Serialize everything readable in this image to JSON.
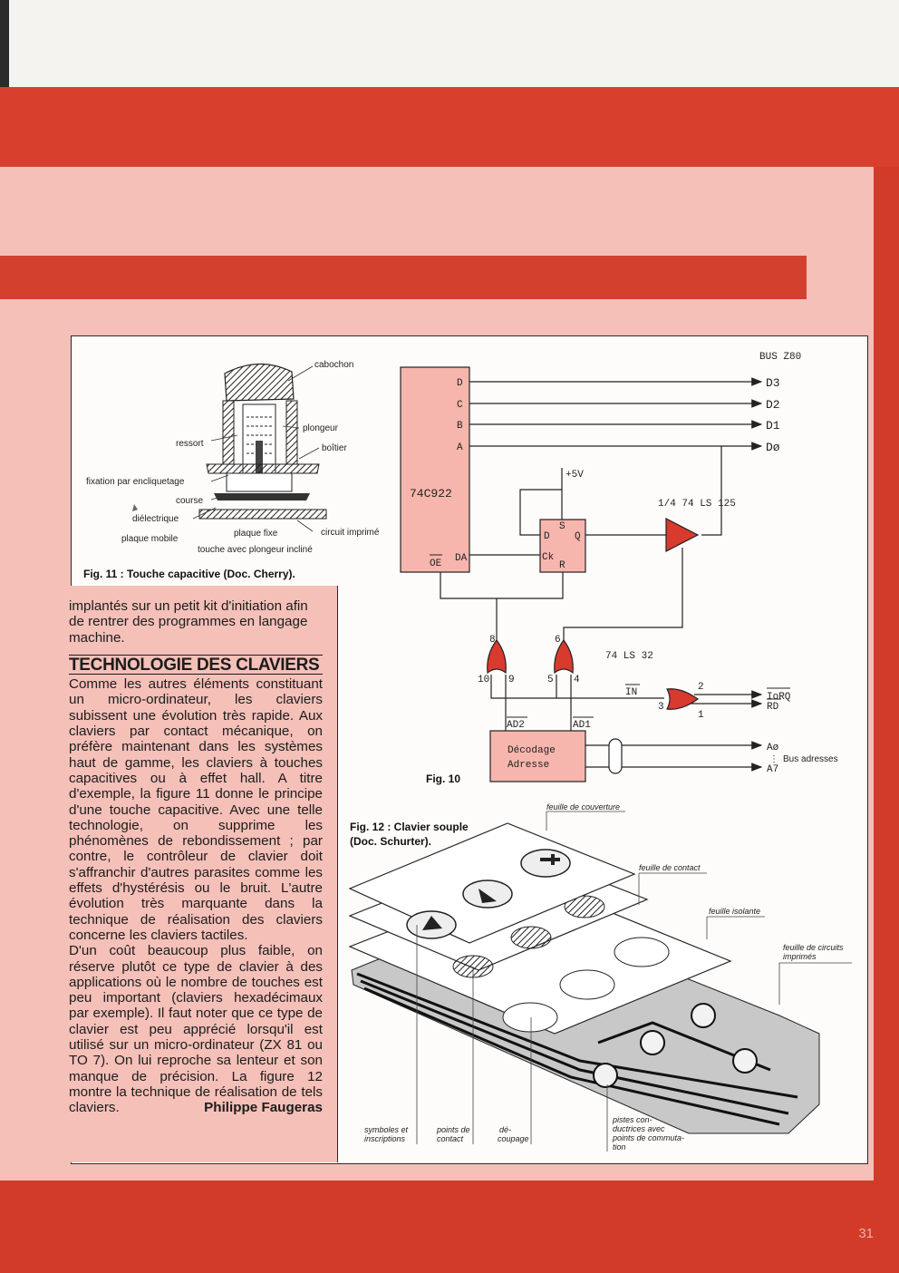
{
  "page_number": "31",
  "fig11": {
    "caption": "Fig. 11 : Touche capacitive (Doc. Cherry).",
    "labels": {
      "cabochon": "cabochon",
      "plongeur": "plongeur",
      "ressort": "ressort",
      "boitier": "boîtier",
      "fixation": "fixation par encliquetage",
      "course": "course",
      "dielectrique": "diélectrique",
      "plaque_mobile": "plaque mobile",
      "plaque_fixe": "plaque fixe",
      "circuit_imprime": "circuit imprimé",
      "touche": "touche avec plongeur incliné"
    }
  },
  "fig10": {
    "caption": "Fig. 10",
    "bus_title": "BUS Z80",
    "chip": "74C922",
    "chip_pins": [
      "D",
      "C",
      "B",
      "A",
      "DA",
      "OE"
    ],
    "bus_lines": [
      "D3",
      "D2",
      "D1",
      "Dø"
    ],
    "supply": "+5V",
    "flipflop_pins": [
      "D",
      "S",
      "Q",
      "Ck",
      "R"
    ],
    "buffer": "1/4 74 LS 125",
    "or_chip": "74 LS 32",
    "pin_numbers": [
      "8",
      "10",
      "9",
      "6",
      "5",
      "4",
      "2",
      "3",
      "1"
    ],
    "in_label": "IN",
    "ioreq": "IoRQ",
    "rd": "RD",
    "ad2": "AD2",
    "ad1": "AD1",
    "decode_line1": "Décodage",
    "decode_line2": "Adresse",
    "addr_top": "Aø",
    "addr_bottom": "A7",
    "addr_bus": "Bus adresses"
  },
  "fig12": {
    "caption_line1": "Fig. 12 : Clavier souple",
    "caption_line2": "(Doc. Schurter).",
    "labels": {
      "couverture": "feuille de couverture",
      "contact": "feuille de contact",
      "isolante": "feuille isolante",
      "circuits_1": "feuille de circuits",
      "circuits_2": "imprimés",
      "symboles_1": "symboles et",
      "symboles_2": "inscriptions",
      "points_1": "points de",
      "points_2": "contact",
      "decoupage_1": "dé-",
      "decoupage_2": "coupage",
      "pistes_1": "pistes con-",
      "pistes_2": "ductrices avec",
      "pistes_3": "points de commuta-",
      "pistes_4": "tion"
    }
  },
  "article": {
    "intro": "implantés sur un petit kit d'initiation afin de rentrer des programmes en langage machine.",
    "heading": "TECHNOLOGIE DES CLAVIERS",
    "para1": "Comme les autres éléments constituant un micro-ordinateur, les claviers subissent une évolution très rapide. Aux claviers par contact mécanique, on préfère maintenant dans les systèmes haut de gamme, les claviers à touches capacitives ou à effet hall. A titre d'exemple, la figure 11 donne le principe d'une touche capacitive. Avec une telle technologie, on supprime les phénomènes de rebondissement ; par contre, le contrôleur de clavier doit s'affranchir d'autres parasites comme les effets d'hystérésis ou le bruit. L'autre évolution très marquante dans la technique de réalisation des claviers concerne les claviers tactiles.",
    "para2": "D'un coût beaucoup plus faible, on réserve plutôt ce type de clavier à des applications où le nombre de touches est peu important (claviers hexadécimaux par exemple). Il faut noter que ce type de clavier est peu apprécié lorsqu'il est utilisé sur un micro-ordinateur (ZX 81 ou TO 7). On lui reproche sa lenteur et son manque de précision. La figure 12 montre la technique de réalisation de tels claviers.",
    "author": "Philippe Faugeras"
  }
}
